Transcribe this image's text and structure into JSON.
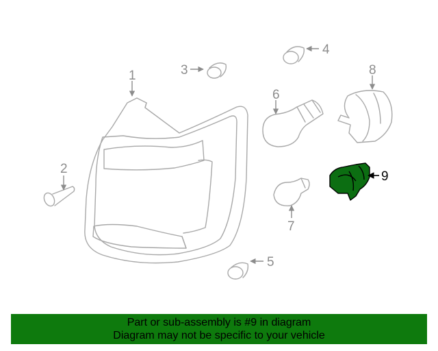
{
  "colors": {
    "banner_bg": "#0e7a0d",
    "highlight_fill": "#0c6e12",
    "part_stroke": "#a8a8a8",
    "callout_text": "#8c8c8c"
  },
  "callouts": {
    "c1": "1",
    "c2": "2",
    "c3": "3",
    "c4": "4",
    "c5": "5",
    "c6": "6",
    "c7": "7",
    "c8": "8",
    "c9": "9"
  },
  "highlighted_part": "9",
  "banner": {
    "line1": "Part or sub-assembly is #9 in diagram",
    "line2": "Diagram may not be specific to your vehicle"
  }
}
